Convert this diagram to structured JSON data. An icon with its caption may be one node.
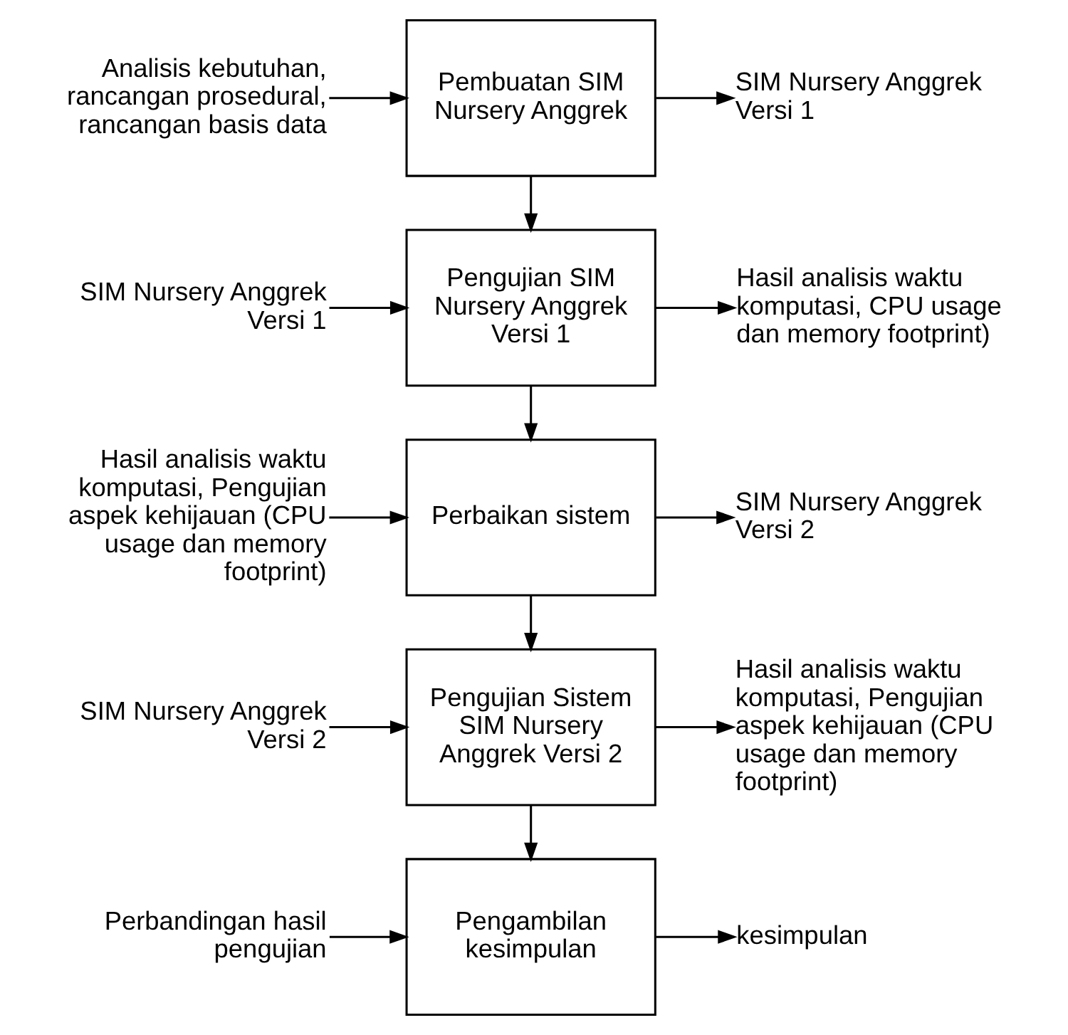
{
  "diagram": {
    "nodes": [
      {
        "text": [
          "Analisis kebutuhan, rancangan prosedural, rancangan basis data"
        ]
      },
      {
        "text": [
          "Pembuatan SIM Nursery Anggrek"
        ]
      },
      {
        "text": [
          "SIM Nursery Anggrek Versi 1"
        ]
      },
      {
        "text": [
          "SIM Nursery Anggrek Versi 1"
        ]
      },
      {
        "text": [
          "Pengujian SIM Nursery Anggrek Versi 1"
        ]
      },
      {
        "text": [
          "Hasil analisis waktu komputasi, CPU usage dan memory footprint)"
        ]
      },
      {
        "text": [
          "Hasil analisis waktu komputasi, Pengujian aspek kehijauan (CPU usage dan memory footprint)"
        ]
      },
      {
        "text": [
          "Perbaikan sistem"
        ]
      },
      {
        "text": [
          "SIM Nursery Anggrek Versi 2"
        ]
      },
      {
        "text": [
          "SIM Nursery Anggrek Versi 2"
        ]
      },
      {
        "text": [
          "Pengujian Sistem SIM Nursery Anggrek Versi 2"
        ]
      },
      {
        "text": [
          "Hasil analisis waktu komputasi, Pengujian aspek kehijauan (CPU usage dan memory footprint)"
        ]
      },
      {
        "text": [
          "Perbandingan hasil pengujian"
        ]
      },
      {
        "text": [
          "Pengambilan kesimpulan"
        ]
      },
      {
        "text": [
          "kesimpulan"
        ]
      }
    ],
    "edges": [
      {
        "from": 0,
        "to": 1,
        "arrow": "to"
      },
      {
        "from": 1,
        "to": 2,
        "arrow": "to"
      },
      {
        "from": 1,
        "to": 4,
        "arrow": "to"
      },
      {
        "from": 3,
        "to": 4,
        "arrow": "to"
      },
      {
        "from": 4,
        "to": 5,
        "arrow": "to"
      },
      {
        "from": 4,
        "to": 7,
        "arrow": "to"
      },
      {
        "from": 6,
        "to": 7,
        "arrow": "to"
      },
      {
        "from": 7,
        "to": 8,
        "arrow": "to"
      },
      {
        "from": 7,
        "to": 10,
        "arrow": "to"
      },
      {
        "from": 9,
        "to": 10,
        "arrow": "to"
      },
      {
        "from": 10,
        "to": 11,
        "arrow": "to"
      },
      {
        "from": 10,
        "to": 13,
        "arrow": "to"
      },
      {
        "from": 12,
        "to": 13,
        "arrow": "to"
      },
      {
        "from": 13,
        "to": 14,
        "arrow": "to"
      }
    ]
  }
}
